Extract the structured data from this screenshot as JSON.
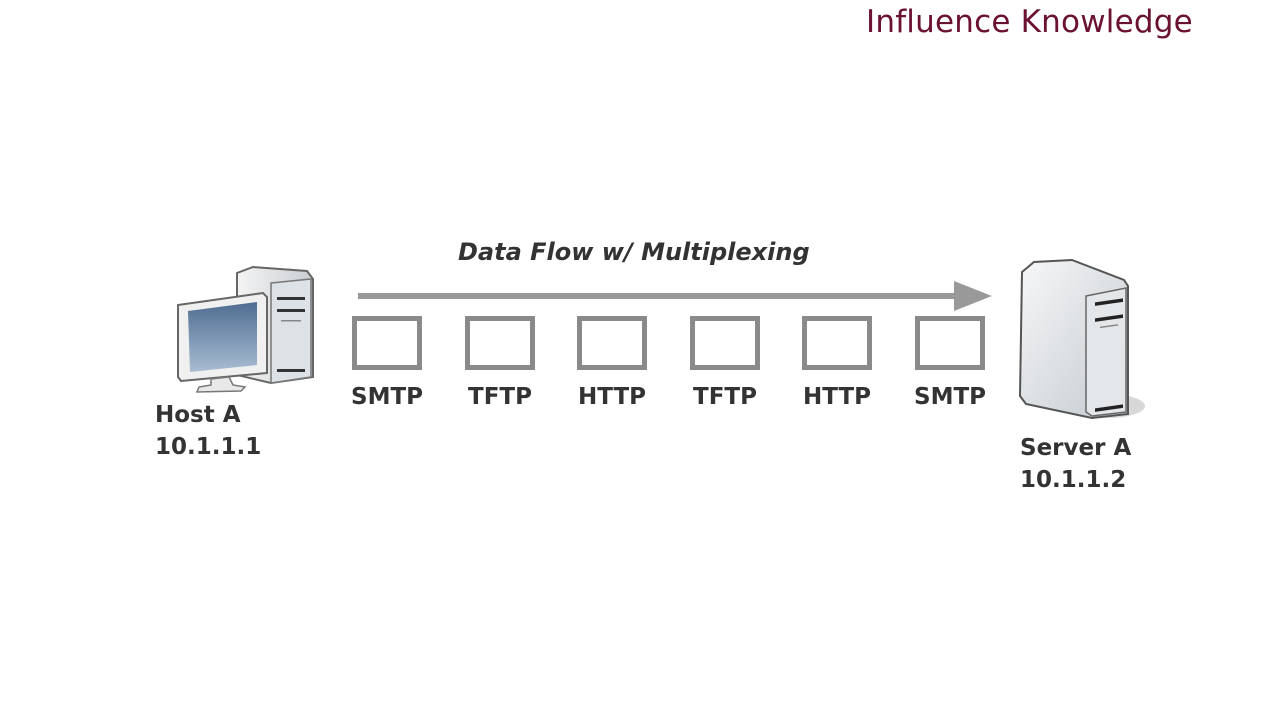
{
  "brand": "Influence Knowledge",
  "diagram": {
    "title": "Data Flow w/ Multiplexing",
    "source": {
      "name": "Host A",
      "ip": "10.1.1.1",
      "icon": "desktop-computer-icon"
    },
    "destination": {
      "name": "Server A",
      "ip": "10.1.1.2",
      "icon": "server-tower-icon"
    },
    "packets": [
      "SMTP",
      "TFTP",
      "HTTP",
      "TFTP",
      "HTTP",
      "SMTP"
    ],
    "colors": {
      "brand": "#6b1233",
      "arrow": "#999999",
      "packet_border": "#8a8a8a",
      "text": "#333333"
    }
  }
}
